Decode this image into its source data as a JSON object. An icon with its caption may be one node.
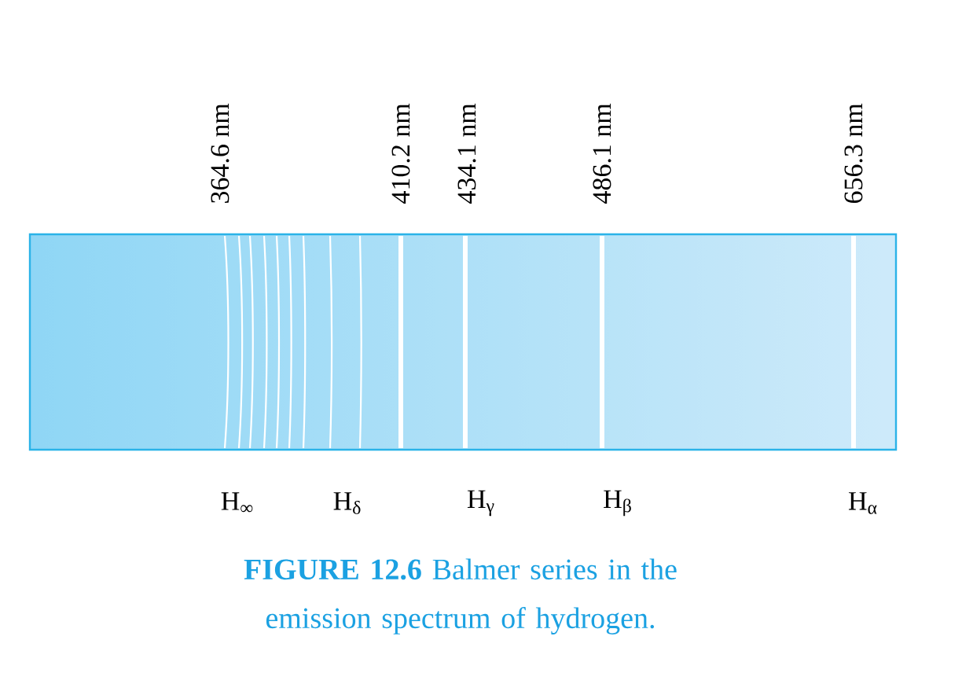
{
  "diagram": {
    "caption": "**FIGURE 12.6** Balmer series in the emission spectrum of hydrogen.",
    "labels": [
      "364.6 nm",
      "410.2 nm",
      "434.1 nm",
      "486.1 nm",
      "656.3 nm",
      "H$_{∞}$",
      "H$_{δ}$",
      "H$_{γ}$",
      "H$_{β}$",
      "H$_{α}$"
    ]
  }
}
